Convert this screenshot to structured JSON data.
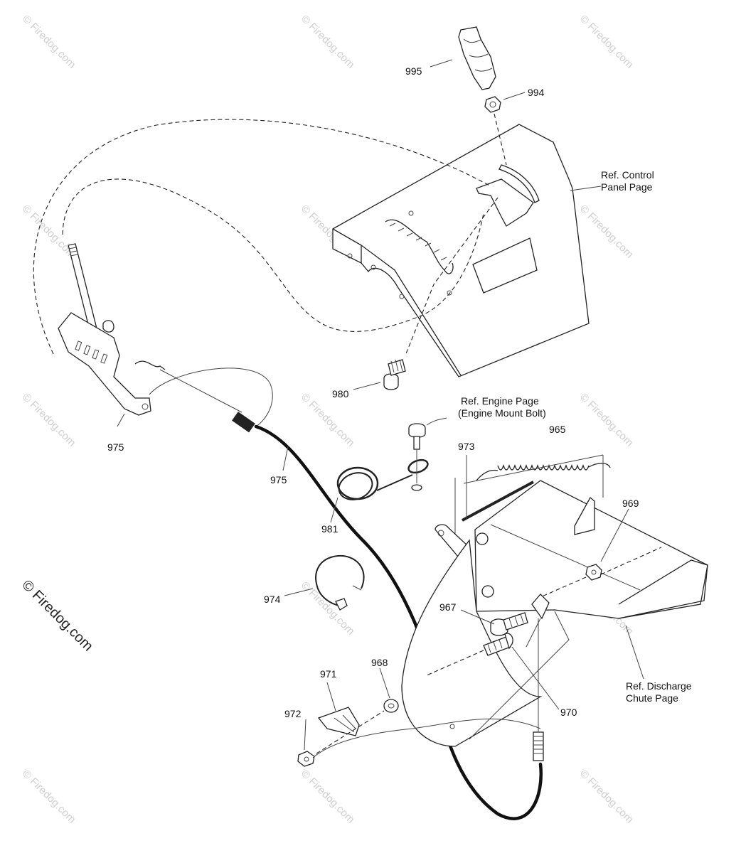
{
  "watermark": "© Firedog.com",
  "copyright": "© Firedog.com",
  "part_labels": {
    "p995": "995",
    "p994": "994",
    "p980": "980",
    "p975a": "975",
    "p975b": "975",
    "p981": "981",
    "p974": "974",
    "p973": "973",
    "p965": "965",
    "p969": "969",
    "p967": "967",
    "p968": "968",
    "p971": "971",
    "p972": "972",
    "p970": "970"
  },
  "references": {
    "control_panel_line1": "Ref. Control",
    "control_panel_line2": "Panel Page",
    "engine_line1": "Ref. Engine Page",
    "engine_line2": "(Engine Mount Bolt)",
    "discharge_line1": "Ref. Discharge",
    "discharge_line2": "Chute Page"
  }
}
